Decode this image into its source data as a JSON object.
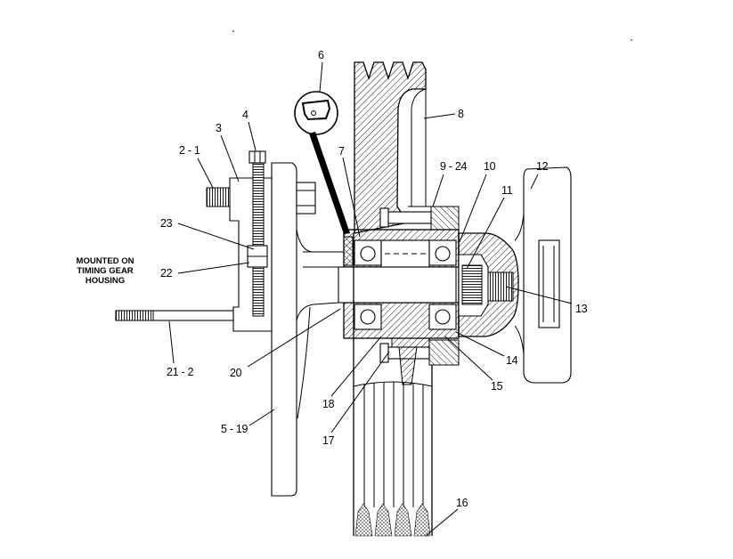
{
  "diagram": {
    "callouts": [
      "6",
      "8",
      "7",
      "9 - 24",
      "10",
      "12",
      "11",
      "4",
      "3",
      "2 - 1",
      "23",
      "22",
      "13",
      "21 - 2",
      "20",
      "14",
      "15",
      "18",
      "5 - 19",
      "17",
      "16"
    ],
    "note": [
      "MOUNTED ON",
      "TIMING GEAR",
      "HOUSING"
    ]
  },
  "colors": {
    "line": "#000000",
    "background": "#ffffff"
  }
}
